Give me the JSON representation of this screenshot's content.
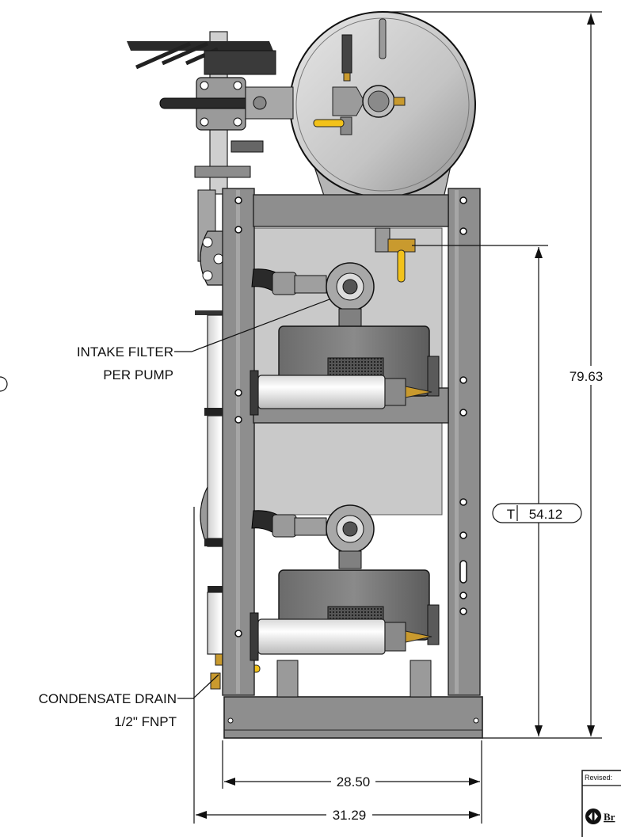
{
  "callouts": {
    "intake_filter_line1": "INTAKE FILTER",
    "intake_filter_line2": "PER PUMP",
    "condensate_line1": "CONDENSATE DRAIN",
    "condensate_line2": "1/2\" FNPT"
  },
  "dimensions": {
    "overall_height": "79.63",
    "inlet_height_prefix": "T",
    "inlet_height": "54.12",
    "frame_width": "28.50",
    "overall_width": "31.29"
  },
  "title_block": {
    "revised_label": "Revised:",
    "brand_fragment": "Br"
  },
  "colors": {
    "frame": "#8e8e8e",
    "tank": "#cfcfcf",
    "valve_handle": "#f2c21a",
    "filter": "#efefef",
    "hose": "#2a2a2a"
  }
}
